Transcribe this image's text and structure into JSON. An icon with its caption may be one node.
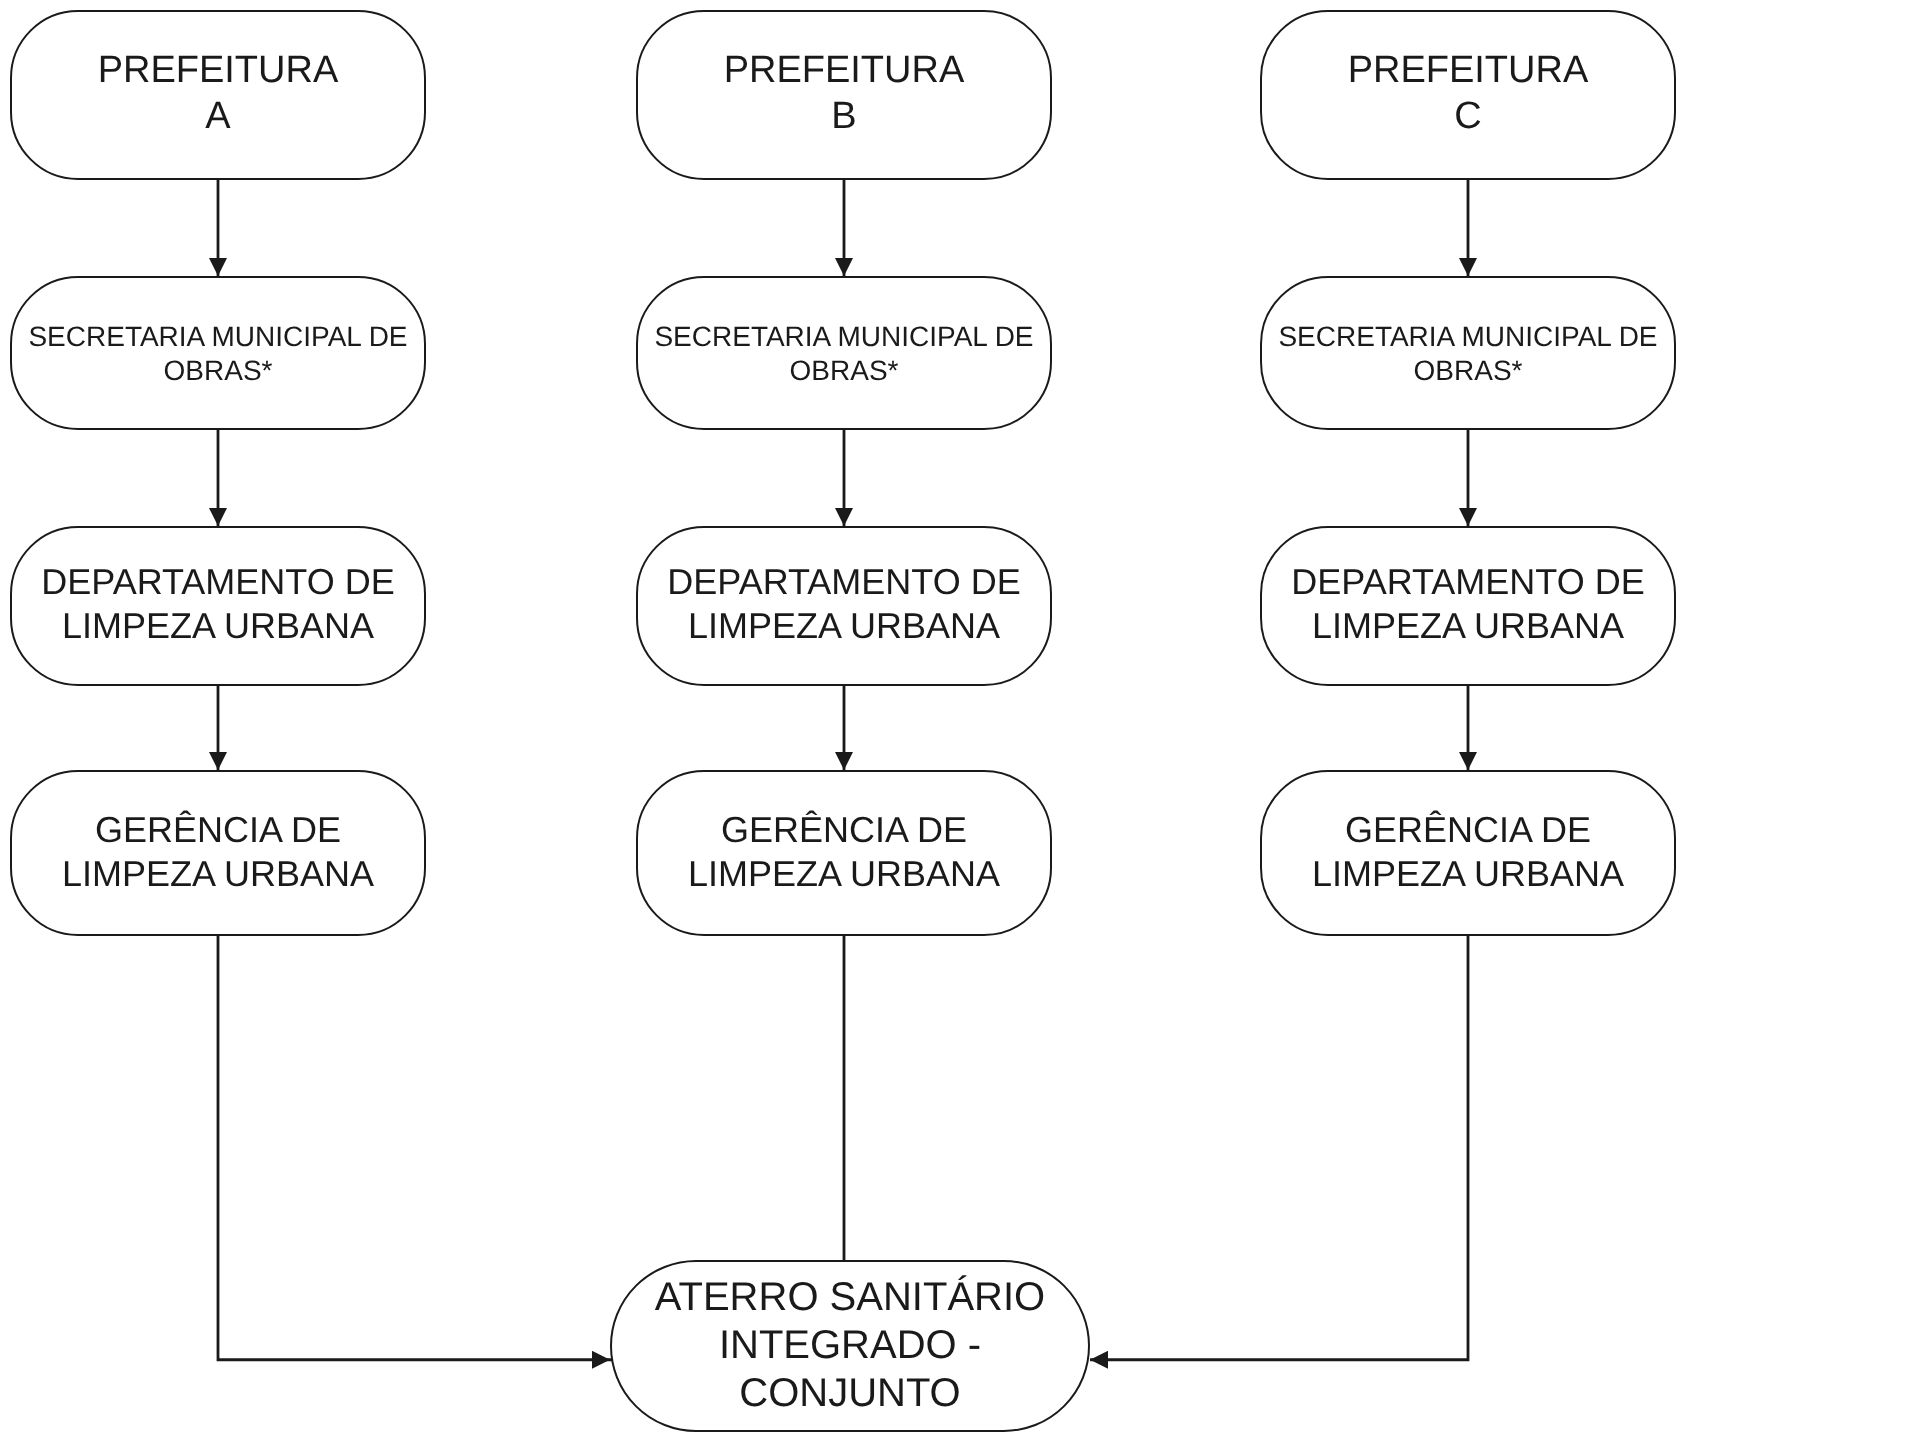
{
  "diagram": {
    "nodes": [
      {
        "text": [
          "PREFEITURA A"
        ]
      },
      {
        "text": [
          "PREFEITURA B"
        ]
      },
      {
        "text": [
          "PREFEITURA C"
        ]
      },
      {
        "text": [
          "SECRETARIA MUNICIPAL DE OBRAS*"
        ]
      },
      {
        "text": [
          "SECRETARIA MUNICIPAL DE OBRAS*"
        ]
      },
      {
        "text": [
          "SECRETARIA MUNICIPAL DE OBRAS*"
        ]
      },
      {
        "text": [
          "DEPARTAMENTO DE LIMPEZA URBANA"
        ]
      },
      {
        "text": [
          "DEPARTAMENTO DE LIMPEZA URBANA"
        ]
      },
      {
        "text": [
          "DEPARTAMENTO DE LIMPEZA URBANA"
        ]
      },
      {
        "text": [
          "GERÊNCIA DE LIMPEZA URBANA"
        ]
      },
      {
        "text": [
          "GERÊNCIA DE LIMPEZA URBANA"
        ]
      },
      {
        "text": [
          "GERÊNCIA DE LIMPEZA URBANA"
        ]
      },
      {
        "text": [
          "ATERRO SANITÁRIO INTEGRADO - CONJUNTO"
        ]
      }
    ],
    "edges": [
      {
        "from": 0,
        "to": 3,
        "arrow": "to"
      },
      {
        "from": 3,
        "to": 6,
        "arrow": "to"
      },
      {
        "from": 6,
        "to": 9,
        "arrow": "to"
      },
      {
        "from": 9,
        "to": 12,
        "arrow": "to"
      },
      {
        "from": 1,
        "to": 4,
        "arrow": "to"
      },
      {
        "from": 4,
        "to": 7,
        "arrow": "to"
      },
      {
        "from": 7,
        "to": 10,
        "arrow": "to"
      },
      {
        "from": 10,
        "to": 12,
        "arrow": "to"
      },
      {
        "from": 2,
        "to": 5,
        "arrow": "to"
      },
      {
        "from": 5,
        "to": 8,
        "arrow": "to"
      },
      {
        "from": 8,
        "to": 11,
        "arrow": "to"
      },
      {
        "from": 11,
        "to": 12,
        "arrow": "to"
      }
    ]
  }
}
